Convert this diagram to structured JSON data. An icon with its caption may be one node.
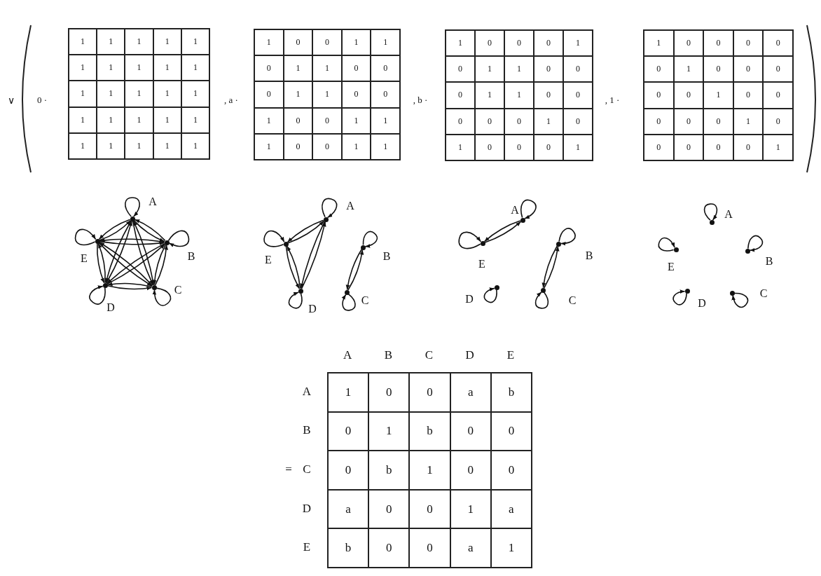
{
  "diagram": {
    "nodes": [
      {
        "text": [
          "A"
        ]
      },
      {
        "text": [
          "B"
        ]
      },
      {
        "text": [
          "C"
        ]
      },
      {
        "text": [
          "D"
        ]
      },
      {
        "text": [
          "E"
        ]
      },
      {
        "text": [
          "A"
        ]
      },
      {
        "text": [
          "B"
        ]
      },
      {
        "text": [
          "C"
        ]
      },
      {
        "text": [
          "D"
        ]
      },
      {
        "text": [
          "E"
        ]
      },
      {
        "text": [
          "A"
        ]
      },
      {
        "text": [
          "B"
        ]
      },
      {
        "text": [
          "C"
        ]
      },
      {
        "text": [
          "D"
        ]
      },
      {
        "text": [
          "E"
        ]
      },
      {
        "text": [
          "A"
        ]
      },
      {
        "text": [
          "B"
        ]
      },
      {
        "text": [
          "C"
        ]
      },
      {
        "text": [
          "D"
        ]
      },
      {
        "text": [
          "E"
        ]
      }
    ],
    "edges": [
      {
        "from": 0,
        "to": 0,
        "arrow": "to"
      },
      {
        "from": 1,
        "to": 1,
        "arrow": "to"
      },
      {
        "from": 2,
        "to": 2,
        "arrow": "to"
      },
      {
        "from": 3,
        "to": 3,
        "arrow": "to"
      },
      {
        "from": 4,
        "to": 4,
        "arrow": "to"
      },
      {
        "from": 0,
        "to": 1,
        "arrow": "to"
      },
      {
        "from": 1,
        "to": 0,
        "arrow": "to"
      },
      {
        "from": 0,
        "to": 2,
        "arrow": "to"
      },
      {
        "from": 2,
        "to": 0,
        "arrow": "to"
      },
      {
        "from": 0,
        "to": 3,
        "arrow": "to"
      },
      {
        "from": 3,
        "to": 0,
        "arrow": "to"
      },
      {
        "from": 0,
        "to": 4,
        "arrow": "to"
      },
      {
        "from": 4,
        "to": 0,
        "arrow": "to"
      },
      {
        "from": 1,
        "to": 2,
        "arrow": "to"
      },
      {
        "from": 2,
        "to": 1,
        "arrow": "to"
      },
      {
        "from": 1,
        "to": 3,
        "arrow": "to"
      },
      {
        "from": 3,
        "to": 1,
        "arrow": "to"
      },
      {
        "from": 1,
        "to": 4,
        "arrow": "to"
      },
      {
        "from": 4,
        "to": 1,
        "arrow": "to"
      },
      {
        "from": 2,
        "to": 3,
        "arrow": "to"
      },
      {
        "from": 3,
        "to": 2,
        "arrow": "to"
      },
      {
        "from": 2,
        "to": 4,
        "arrow": "to"
      },
      {
        "from": 4,
        "to": 2,
        "arrow": "to"
      },
      {
        "from": 3,
        "to": 4,
        "arrow": "to"
      },
      {
        "from": 4,
        "to": 3,
        "arrow": "to"
      },
      {
        "from": 5,
        "to": 5,
        "arrow": "to"
      },
      {
        "from": 6,
        "to": 6,
        "arrow": "to"
      },
      {
        "from": 7,
        "to": 7,
        "arrow": "to"
      },
      {
        "from": 8,
        "to": 8,
        "arrow": "to"
      },
      {
        "from": 9,
        "to": 9,
        "arrow": "to"
      },
      {
        "from": 5,
        "to": 8,
        "arrow": "to"
      },
      {
        "from": 8,
        "to": 5,
        "arrow": "to"
      },
      {
        "from": 5,
        "to": 9,
        "arrow": "to"
      },
      {
        "from": 9,
        "to": 5,
        "arrow": "to"
      },
      {
        "from": 8,
        "to": 9,
        "arrow": "to"
      },
      {
        "from": 9,
        "to": 8,
        "arrow": "to"
      },
      {
        "from": 6,
        "to": 7,
        "arrow": "to"
      },
      {
        "from": 7,
        "to": 6,
        "arrow": "to"
      },
      {
        "from": 10,
        "to": 10,
        "arrow": "to"
      },
      {
        "from": 11,
        "to": 11,
        "arrow": "to"
      },
      {
        "from": 12,
        "to": 12,
        "arrow": "to"
      },
      {
        "from": 13,
        "to": 13,
        "arrow": "to"
      },
      {
        "from": 14,
        "to": 14,
        "arrow": "to"
      },
      {
        "from": 10,
        "to": 14,
        "arrow": "to"
      },
      {
        "from": 14,
        "to": 10,
        "arrow": "to"
      },
      {
        "from": 11,
        "to": 12,
        "arrow": "to"
      },
      {
        "from": 12,
        "to": 11,
        "arrow": "to"
      },
      {
        "from": 15,
        "to": 15,
        "arrow": "to"
      },
      {
        "from": 16,
        "to": 16,
        "arrow": "to"
      },
      {
        "from": 17,
        "to": 17,
        "arrow": "to"
      },
      {
        "from": 18,
        "to": 18,
        "arrow": "to"
      },
      {
        "from": 19,
        "to": 19,
        "arrow": "to"
      }
    ],
    "labels": [
      "∨",
      "0 ·",
      "1",
      "1",
      "1",
      "1",
      "1",
      "1",
      "1",
      "1",
      "1",
      "1",
      "1",
      "1",
      "1",
      "1",
      "1",
      "1",
      "1",
      "1",
      "1",
      "1",
      "1",
      "1",
      "1",
      "1",
      "1",
      ", a ·",
      "1",
      "0",
      "0",
      "1",
      "1",
      "0",
      "1",
      "1",
      "0",
      "0",
      "0",
      "1",
      "1",
      "0",
      "0",
      "1",
      "0",
      "0",
      "1",
      "1",
      "1",
      "0",
      "0",
      "1",
      "1",
      ", b ·",
      "1",
      "0",
      "0",
      "0",
      "1",
      "0",
      "1",
      "1",
      "0",
      "0",
      "0",
      "1",
      "1",
      "0",
      "0",
      "0",
      "0",
      "0",
      "1",
      "0",
      "1",
      "0",
      "0",
      "0",
      "1",
      ", 1 ·",
      "1",
      "0",
      "0",
      "0",
      "0",
      "0",
      "1",
      "0",
      "0",
      "0",
      "0",
      "0",
      "1",
      "0",
      "0",
      "0",
      "0",
      "0",
      "1",
      "0",
      "0",
      "0",
      "0",
      "0",
      "1",
      "A",
      "B",
      "C",
      "D",
      "E",
      "A",
      "1",
      "0",
      "0",
      "a",
      "b",
      "B",
      "0",
      "1",
      "b",
      "0",
      "0",
      "=",
      "C",
      "0",
      "b",
      "1",
      "0",
      "0",
      "D",
      "a",
      "0",
      "0",
      "1",
      "a",
      "E",
      "b",
      "0",
      "0",
      "a",
      "1"
    ]
  }
}
